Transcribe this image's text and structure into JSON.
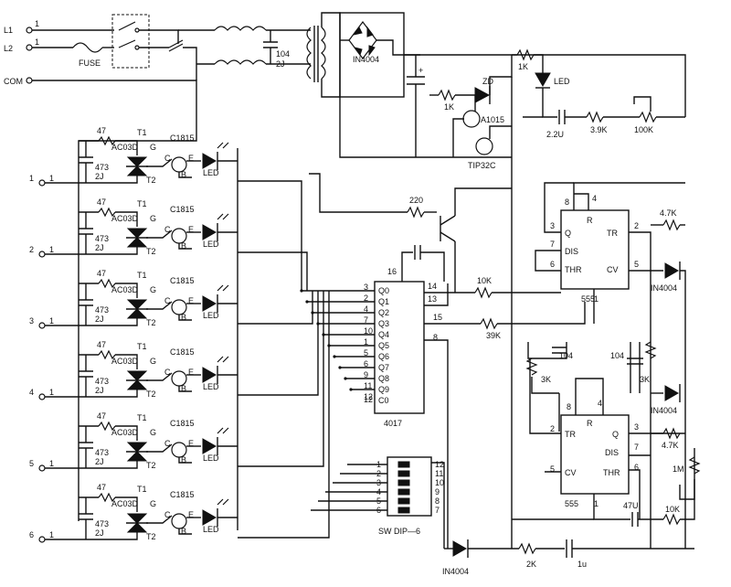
{
  "labels": {
    "l1": "L1",
    "l2": "L2",
    "com": "COM",
    "fuse": "FUSE",
    "cap_104_top": "104",
    "cap_2j_top": "2J",
    "bridge": "IN4004",
    "cap_plus": "+",
    "zd": "ZD",
    "r_1k_zd": "1K",
    "r_1k_top": "1K",
    "led_top": "LED",
    "a1015": "A1015",
    "tip32c": "TIP32C",
    "cap_22u": "2.2U",
    "r_39k_top": "3.9K",
    "pot_100k": "100K",
    "ic_4017": "4017",
    "ic_555": "555",
    "ic_555b": "555",
    "r_220": "220",
    "r_10k": "10K",
    "r_39k": "39K",
    "cap_104_a": "104",
    "r_3k_a": "3K",
    "cap_104_b": "104",
    "r_3k_b": "3K",
    "r_47k_a": "4.7K",
    "r_47k_b": "4.7K",
    "diode_a": "IN4004",
    "diode_b": "IN4004",
    "diode_bottom": "IN4004",
    "pot_1m": "1M",
    "cap_47u": "47U",
    "r_10k_b": "10K",
    "r_2k": "2K",
    "cap_1u": "1u",
    "sw": "SW DIP—6",
    "p555_q": "Q",
    "p555_r": "R",
    "p555_tr": "TR",
    "p555_dis": "DIS",
    "p555_thr": "THR",
    "p555_cv": "CV",
    "p555_n8": "8",
    "p555_n4": "4",
    "p555_n3": "3",
    "p555_n7": "7",
    "p555_n6": "6",
    "p555_n2": "2",
    "p555_n5": "5",
    "p555_n1": "1",
    "p555b_n8": "8",
    "p555b_n4": "4",
    "p555b_n2": "2",
    "p555b_n5": "5",
    "p555b_n1": "1",
    "p555b_n3": "3",
    "p555b_n7": "7",
    "p555b_n6": "6",
    "ic_n16": "16",
    "ic_n14": "14",
    "ic_n13": "13",
    "ic_n15": "15",
    "ic_n8": "8",
    "ic_n12": "12",
    "pin_one_l1": "1",
    "pin_one_l2": "1"
  },
  "q_pins": [
    {
      "label": "Q0",
      "pin": "3"
    },
    {
      "label": "Q1",
      "pin": "2"
    },
    {
      "label": "Q2",
      "pin": "4"
    },
    {
      "label": "Q3",
      "pin": "7"
    },
    {
      "label": "Q4",
      "pin": "10"
    },
    {
      "label": "Q5",
      "pin": "1"
    },
    {
      "label": "Q6",
      "pin": "5"
    },
    {
      "label": "Q7",
      "pin": "6"
    },
    {
      "label": "Q8",
      "pin": "9"
    },
    {
      "label": "Q9",
      "pin": "11"
    },
    {
      "label": "C0",
      "pin": "12"
    }
  ],
  "sw_pins_left": [
    "1",
    "2",
    "3",
    "4",
    "5",
    "6"
  ],
  "sw_pins_right": [
    "12",
    "11",
    "10",
    "9",
    "8",
    "7"
  ],
  "channels": [
    {
      "out": "1",
      "pin": "1",
      "r": "47",
      "triac": "AC03D",
      "t1": "T1",
      "t2": "T2",
      "g": "G",
      "cap": "473",
      "capv": "2J",
      "trans": "C1815",
      "c": "C",
      "e": "E",
      "b": "B",
      "led": "LED"
    },
    {
      "out": "2",
      "pin": "1",
      "r": "47",
      "triac": "AC03D",
      "t1": "T1",
      "t2": "T2",
      "g": "G",
      "cap": "473",
      "capv": "2J",
      "trans": "C1815",
      "c": "C",
      "e": "E",
      "b": "B",
      "led": "LED"
    },
    {
      "out": "3",
      "pin": "1",
      "r": "47",
      "triac": "AC03D",
      "t1": "T1",
      "t2": "T2",
      "g": "G",
      "cap": "473",
      "capv": "2J",
      "trans": "C1815",
      "c": "C",
      "e": "E",
      "b": "B",
      "led": "LED"
    },
    {
      "out": "4",
      "pin": "1",
      "r": "47",
      "triac": "AC03D",
      "t1": "T1",
      "t2": "T2",
      "g": "G",
      "cap": "473",
      "capv": "2J",
      "trans": "C1815",
      "c": "C",
      "e": "E",
      "b": "B",
      "led": "LED"
    },
    {
      "out": "5",
      "pin": "1",
      "r": "47",
      "triac": "AC03D",
      "t1": "T1",
      "t2": "T2",
      "g": "G",
      "cap": "473",
      "capv": "2J",
      "trans": "C1815",
      "c": "C",
      "e": "E",
      "b": "B",
      "led": "LED"
    },
    {
      "out": "6",
      "pin": "1",
      "r": "47",
      "triac": "AC03D",
      "t1": "T1",
      "t2": "T2",
      "g": "G",
      "cap": "473",
      "capv": "2J",
      "trans": "C1815",
      "c": "C",
      "e": "E",
      "b": "B",
      "led": "LED"
    }
  ]
}
